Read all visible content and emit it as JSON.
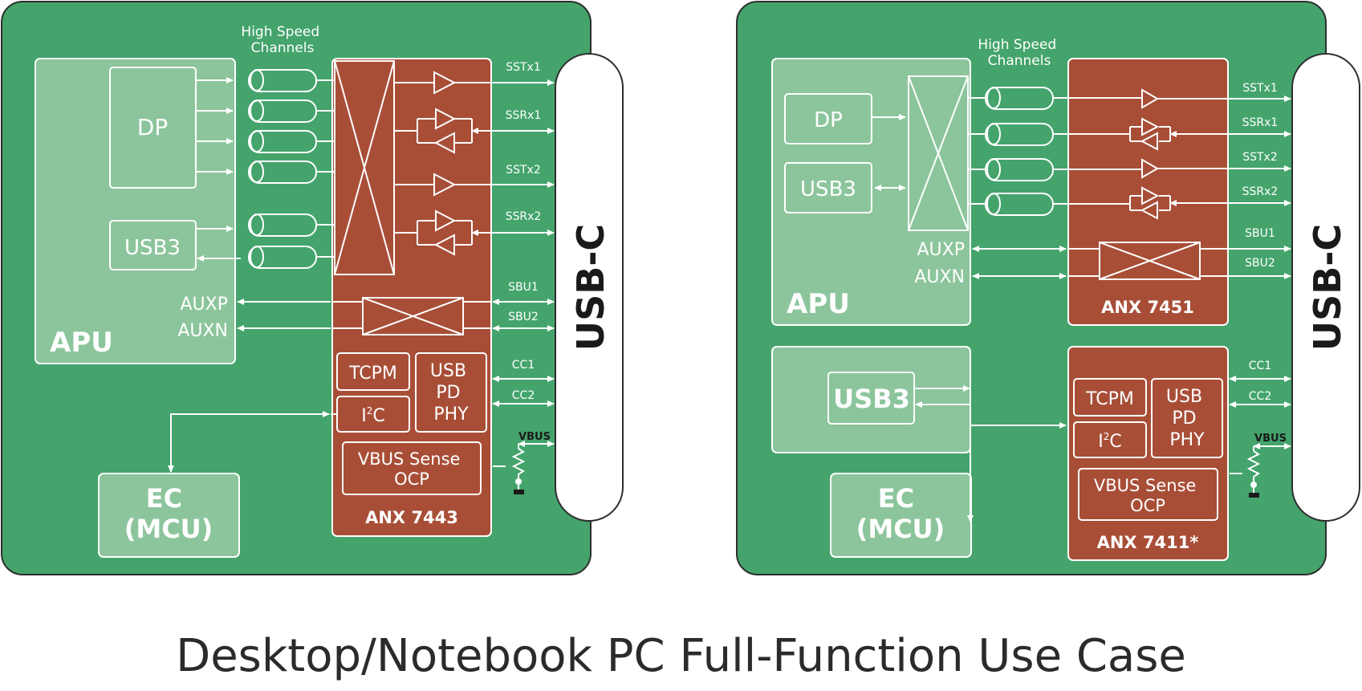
{
  "colors": {
    "board": "#44a46c",
    "board_border": "#2e2e2e",
    "chip": "#a84e37",
    "block_fill": "#8cc59c",
    "line": "#ffffff",
    "caption": "#2b2b2b"
  },
  "caption": "Desktop/Notebook PC Full-Function Use Case",
  "left": {
    "channels_label": [
      "High Speed",
      "Channels"
    ],
    "apu": {
      "label": "APU",
      "dp": "DP",
      "usb3": "USB3",
      "auxp": "AUXP",
      "auxn": "AUXN"
    },
    "chip": {
      "name": "ANX 7443",
      "tcpm": "TCPM",
      "i2c_main": "I",
      "i2c_sup": "2",
      "i2c_end": "C",
      "usbpd": [
        "USB",
        "PD",
        "PHY"
      ],
      "vbus_sense": [
        "VBUS Sense",
        "OCP"
      ]
    },
    "signals": [
      "SSTx1",
      "SSRx1",
      "SSTx2",
      "SSRx2",
      "SBU1",
      "SBU2",
      "CC1",
      "CC2"
    ],
    "vbus": "VBUS",
    "ec": [
      "EC",
      "(MCU)"
    ],
    "connector": "USB-C"
  },
  "right": {
    "channels_label": [
      "High Speed",
      "Channels"
    ],
    "apu": {
      "label": "APU",
      "dp": "DP",
      "usb3": "USB3",
      "auxp": "AUXP",
      "auxn": "AUXN"
    },
    "chip": {
      "name": "ANX 7451"
    },
    "pd_chip": {
      "name": "ANX 7411*",
      "tcpm": "TCPM",
      "i2c_main": "I",
      "i2c_sup": "2",
      "i2c_end": "C",
      "usbpd": [
        "USB",
        "PD",
        "PHY"
      ],
      "vbus_sense": [
        "VBUS Sense",
        "OCP"
      ]
    },
    "usb3_block": "USB3",
    "signals": [
      "SSTx1",
      "SSRx1",
      "SSTx2",
      "SSRx2",
      "SBU1",
      "SBU2",
      "CC1",
      "CC2"
    ],
    "vbus": "VBUS",
    "ec": [
      "EC",
      "(MCU)"
    ],
    "connector": "USB-C"
  }
}
